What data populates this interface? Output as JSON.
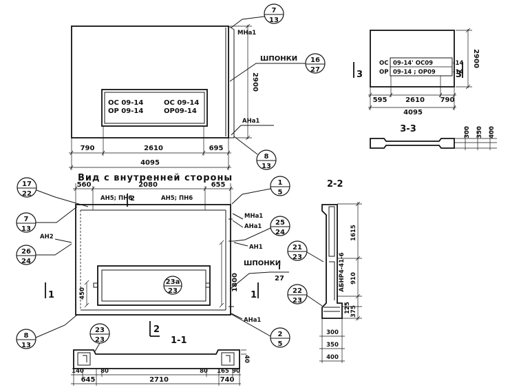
{
  "top_elevation": {
    "mark_mna1": "МНа1",
    "shponki": "ШПОНКИ",
    "height": "2900",
    "mark_ana1": "АНа1",
    "window_left": [
      "ОС 09-14",
      "ОР 09-14"
    ],
    "window_right": [
      "ОС 09-14",
      "ОР09-14"
    ],
    "dims": [
      "790",
      "2610",
      "695"
    ],
    "total": "4095",
    "callout_top": {
      "n": "7",
      "d": "13"
    },
    "callout_shponki": {
      "n": "16",
      "d": "27"
    },
    "callout_bottom": {
      "n": "8",
      "d": "13"
    }
  },
  "small_elevation": {
    "row1": [
      "ОС",
      "09-14' ОС09",
      "-14"
    ],
    "row2": [
      "ОР",
      "09-14 ; ОР09",
      "-14"
    ],
    "section_mark": "3",
    "height": "2900",
    "dims": [
      "595",
      "2610",
      "790"
    ],
    "total": "4095"
  },
  "section_3_3": {
    "title": "3-3",
    "dims": [
      "300",
      "350",
      "400"
    ]
  },
  "interior_view": {
    "title": "Вид с внутренней стороны",
    "dims": [
      "560",
      "2080",
      "655"
    ],
    "top_labels": [
      "АН5; ПН6",
      "2",
      "АН5; ПН6"
    ],
    "marks": {
      "mna1": "МНа1",
      "ana1_top": "АНа1",
      "an1": "АН1",
      "shponki": "ШПОНКИ",
      "ana1_bottom": "АНа1",
      "an2": "АН2"
    },
    "window_height": "1800",
    "sill": "450",
    "section_mark_1": "1",
    "section_mark_2": "2",
    "callouts": {
      "c17_22": {
        "n": "17",
        "d": "22"
      },
      "c7_13": {
        "n": "7",
        "d": "13"
      },
      "c26_24": {
        "n": "26",
        "d": "24"
      },
      "c8_13": {
        "n": "8",
        "d": "13"
      },
      "c1_5": {
        "n": "1",
        "d": "5"
      },
      "c25_24": {
        "n": "25",
        "d": "24"
      },
      "cI_27": {
        "n": "I",
        "d": "27"
      },
      "c2_5": {
        "n": "2",
        "d": "5"
      },
      "c23a_23": {
        "n": "23а",
        "d": "23"
      },
      "c23_23": {
        "n": "23",
        "d": "23"
      }
    }
  },
  "section_1_1": {
    "title": "1-1",
    "dims_upper": [
      "140",
      "80",
      "80",
      "165",
      "90"
    ],
    "dims_lower": [
      "645",
      "2710",
      "740"
    ],
    "thickness": "40"
  },
  "section_2_2": {
    "title": "2-2",
    "dims": [
      "1615",
      "910",
      "375"
    ],
    "small_dim": "125",
    "element_mark": "АБНР4-41-6",
    "callouts": {
      "c21_23": {
        "n": "21",
        "d": "23"
      },
      "c22_23": {
        "n": "22",
        "d": "23"
      }
    },
    "bottom_dims": [
      "300",
      "350",
      "400"
    ]
  }
}
